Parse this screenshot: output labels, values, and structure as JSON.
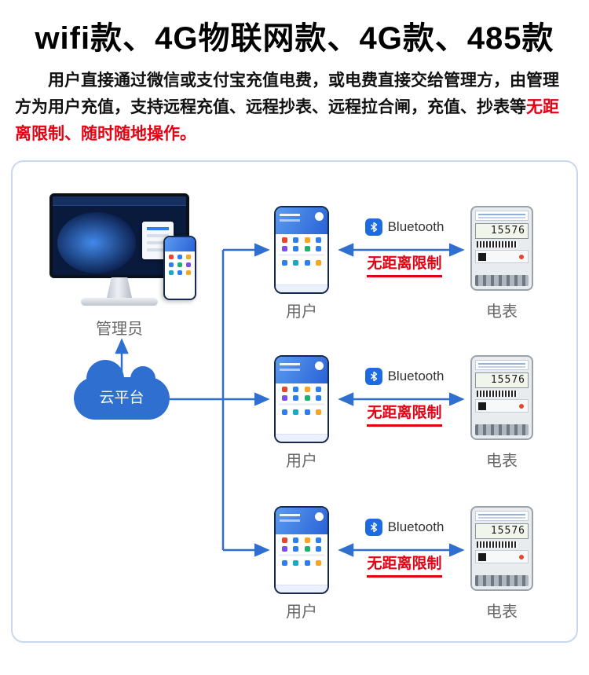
{
  "header": {
    "title": "wifi款、4G物联网款、4G款、485款",
    "desc_main": "用户直接通过微信或支付宝充值电费，或电费直接交给管理方，由管理方为用户充值，支持远程充值、远程抄表、远程拉合闸，充值、抄表等",
    "desc_highlight": "无距离限制、随时随地操作。"
  },
  "diagram": {
    "admin_label": "管理员",
    "cloud_label": "云平台",
    "rows": [
      {
        "user_label": "用户",
        "bluetooth_label": "Bluetooth",
        "no_distance_label": "无距离限制",
        "meter_label": "电表",
        "meter_reading": "15576"
      },
      {
        "user_label": "用户",
        "bluetooth_label": "Bluetooth",
        "no_distance_label": "无距离限制",
        "meter_label": "电表",
        "meter_reading": "15576"
      },
      {
        "user_label": "用户",
        "bluetooth_label": "Bluetooth",
        "no_distance_label": "无距离限制",
        "meter_label": "电表",
        "meter_reading": "15576"
      }
    ],
    "colors": {
      "accent_blue": "#2e6fd0",
      "highlight_red": "#e60012"
    }
  }
}
